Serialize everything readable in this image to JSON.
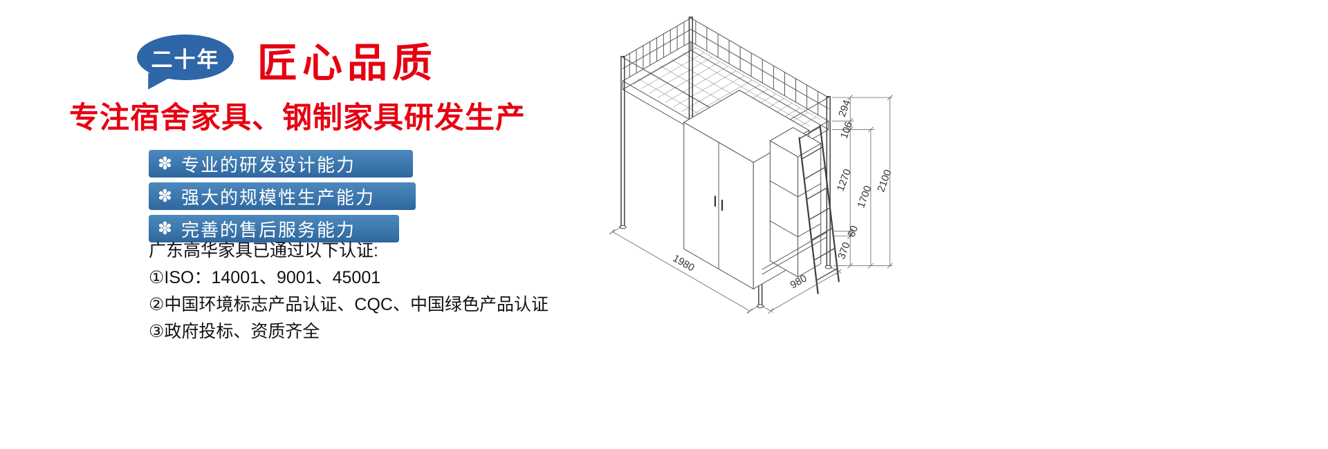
{
  "brand": {
    "bubble_text": "二十年",
    "headline": "匠心品质",
    "subheadline": "专注宿舍家具、钢制家具研发生产",
    "icon_glyph": "✽"
  },
  "capability_bars": [
    {
      "label": "专业的研发设计能力"
    },
    {
      "label": "强大的规模性生产能力"
    },
    {
      "label": "完善的售后服务能力"
    }
  ],
  "certifications": {
    "intro": "广东高华家具已通过以下认证:",
    "items": [
      "①ISO：14001、9001、45001",
      "②中国环境标志产品认证、CQC、中国绿色产品认证",
      "③政府投标、资质齐全"
    ]
  },
  "diagram": {
    "dims": {
      "top_section": "294",
      "frame_thickness": "106",
      "under_bed_clearance": "1270",
      "bed_frame_height": "1700",
      "total_height": "2100",
      "stretcher_gap": "60",
      "base_height": "370",
      "bed_length": "1980",
      "bed_depth": "980"
    }
  }
}
